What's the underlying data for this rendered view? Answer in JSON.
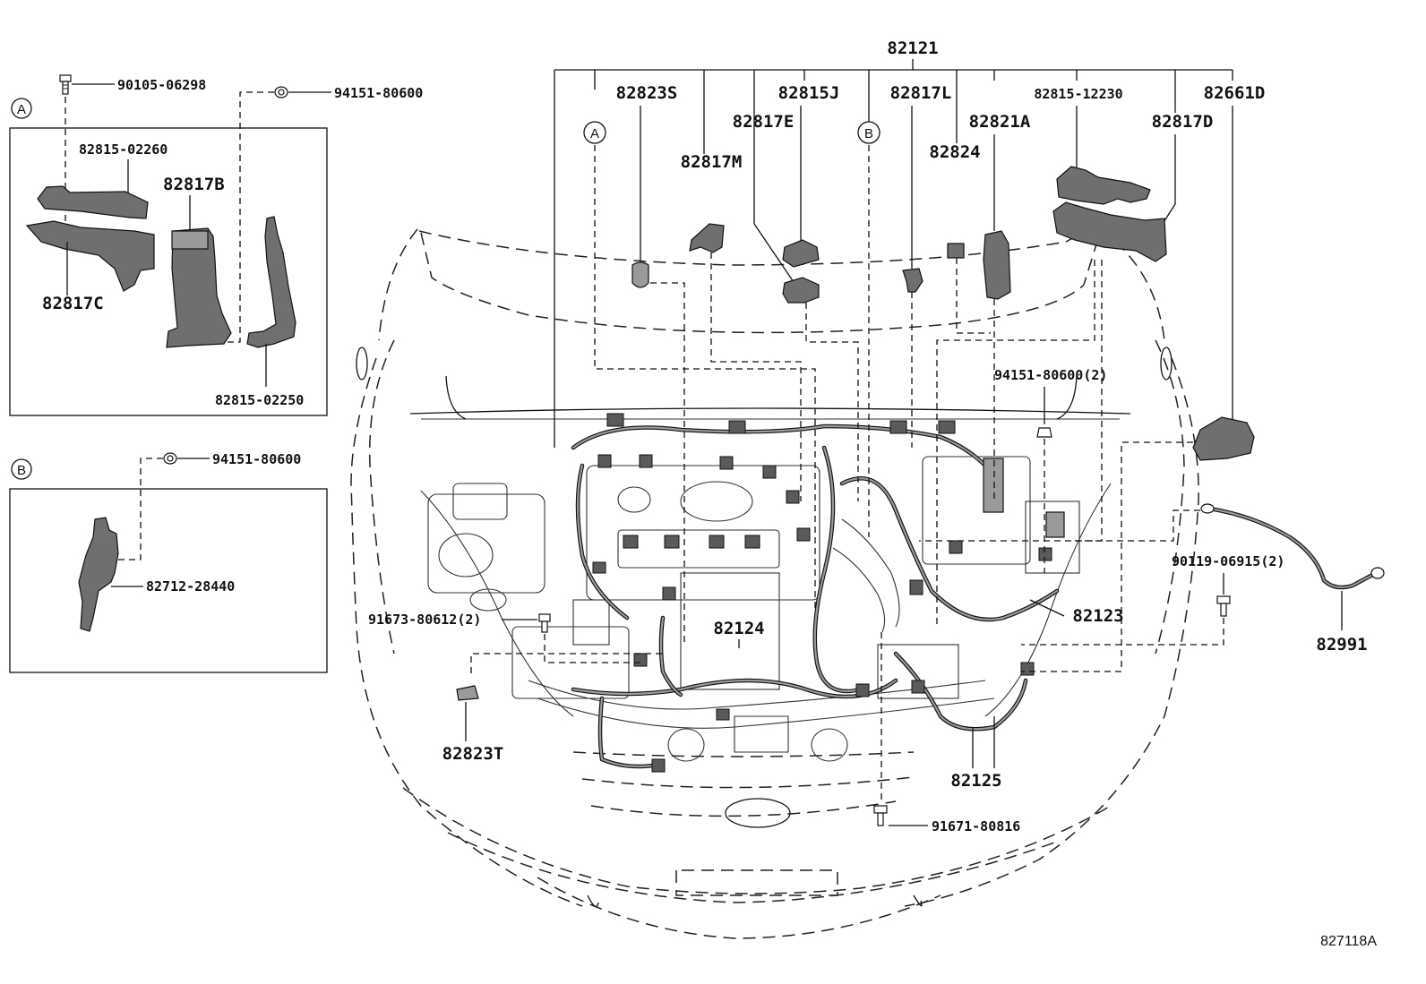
{
  "diagram": {
    "ref_code": "827118A",
    "inset_a": {
      "marker": "A",
      "parts": {
        "bolt": "90105-06298",
        "clip": "94151-80600",
        "cover_upper": "82815-02260",
        "bracket_b": "82817B",
        "cover_lower": "82817C",
        "protector": "82815-02250"
      }
    },
    "inset_b": {
      "marker": "B",
      "parts": {
        "clip": "94151-80600",
        "bracket": "82712-28440"
      }
    },
    "main": {
      "marker_a": "A",
      "marker_b": "B",
      "parts": {
        "wire_engine": "82121",
        "p82823s": "82823S",
        "p82815j": "82815J",
        "p82817l": "82817L",
        "p82815_12230": "82815-12230",
        "p82661d": "82661D",
        "p82817e": "82817E",
        "p82821a": "82821A",
        "p82817d": "82817D",
        "p82817m": "82817M",
        "p82824": "82824",
        "clip2": "94151-80600(2)",
        "bolt2": "90119-06915(2)",
        "bolt3": "91673-80612(2)",
        "p82124": "82124",
        "p82123": "82123",
        "p82991": "82991",
        "p82823t": "82823T",
        "p82125": "82125",
        "bolt4": "91671-80816"
      }
    }
  }
}
